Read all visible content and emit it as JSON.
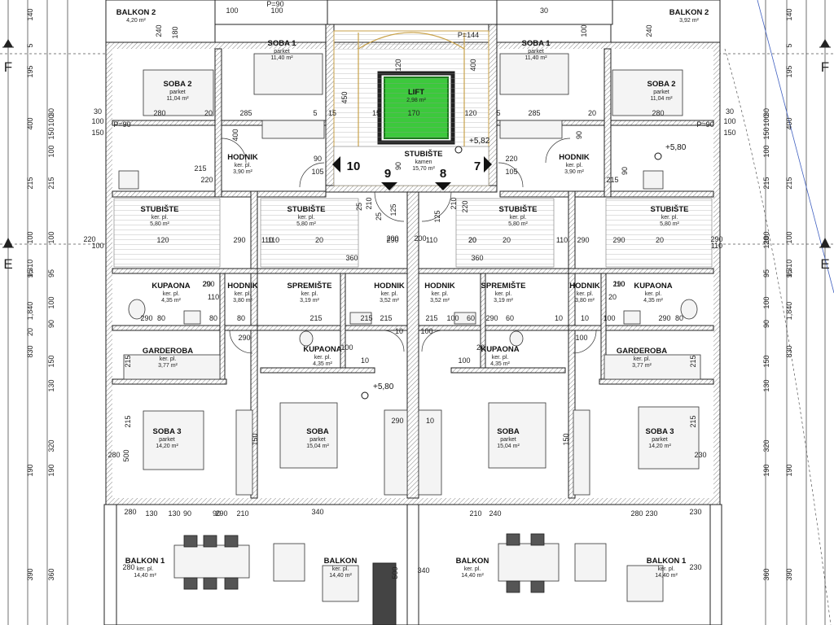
{
  "axes": {
    "F": "F",
    "E": "E"
  },
  "markers": {
    "m10": "10",
    "m9": "9",
    "m8": "8",
    "m7": "7"
  },
  "levels": {
    "l1": "+5,82",
    "l2": "+5,80",
    "l3": "+5,80"
  },
  "rooms": {
    "balkon2_l": {
      "name": "BALKON 2",
      "area": "4,20 m²"
    },
    "balkon2_r": {
      "name": "BALKON 2",
      "area": "3,92 m²"
    },
    "soba1_l": {
      "name": "SOBA 1",
      "floor": "parket",
      "area": "11,40 m²"
    },
    "soba1_r": {
      "name": "SOBA 1",
      "floor": "parket",
      "area": "11,40 m²"
    },
    "soba2_l": {
      "name": "SOBA 2",
      "floor": "parket",
      "area": "11,04 m²"
    },
    "soba2_r": {
      "name": "SOBA 2",
      "floor": "parket",
      "area": "11,04 m²"
    },
    "lift": {
      "name": "LIFT",
      "area": "2,98 m²"
    },
    "stubiste_c": {
      "name": "STUBIŠTE",
      "floor": "kamen",
      "area": "15,70 m²"
    },
    "hodnik_l": {
      "name": "HODNIK",
      "floor": "ker. pl.",
      "area": "3,90 m²"
    },
    "hodnik_r": {
      "name": "HODNIK",
      "floor": "ker. pl.",
      "area": "3,90 m²"
    },
    "stubiste_1": {
      "name": "STUBIŠTE",
      "floor": "ker. pl.",
      "area": "5,80 m²"
    },
    "stubiste_2": {
      "name": "STUBIŠTE",
      "floor": "ker. pl.",
      "area": "5,80 m²"
    },
    "stubiste_3": {
      "name": "STUBIŠTE",
      "floor": "ker. pl.",
      "area": "5,80 m²"
    },
    "stubiste_4": {
      "name": "STUBIŠTE",
      "floor": "ker. pl.",
      "area": "5,80 m²"
    },
    "kupaona_l": {
      "name": "KUPAONA",
      "floor": "ker. pl.",
      "area": "4,35 m²"
    },
    "hodnik2_l": {
      "name": "HODNIK",
      "floor": "ker. pl.",
      "area": "3,80 m²"
    },
    "spremiste_l": {
      "name": "SPREMIŠTE",
      "floor": "ker. pl.",
      "area": "3,19 m²"
    },
    "hodnik3_l": {
      "name": "HODNIK",
      "floor": "ker. pl.",
      "area": "3,52 m²"
    },
    "hodnik3_r": {
      "name": "HODNIK",
      "floor": "ker. pl.",
      "area": "3,52 m²"
    },
    "spremiste_r": {
      "name": "SPREMIŠTE",
      "floor": "ker. pl.",
      "area": "3,19 m²"
    },
    "hodnik2_r": {
      "name": "HODNIK",
      "floor": "ker. pl.",
      "area": "3,80 m²"
    },
    "kupaona_r": {
      "name": "KUPAONA",
      "floor": "ker. pl.",
      "area": "4,35 m²"
    },
    "garderoba_l": {
      "name": "GARDEROBA",
      "floor": "ker. pl.",
      "area": "3,77 m²"
    },
    "kupaona2_l": {
      "name": "KUPAONA",
      "floor": "ker. pl.",
      "area": "4,35 m²"
    },
    "kupaona2_r": {
      "name": "KUPAONA",
      "floor": "ker. pl.",
      "area": "4,35 m²"
    },
    "garderoba_r": {
      "name": "GARDEROBA",
      "floor": "ker. pl.",
      "area": "3,77 m²"
    },
    "soba3_l": {
      "name": "SOBA 3",
      "floor": "parket",
      "area": "14,20 m²"
    },
    "soba_l": {
      "name": "SOBA",
      "floor": "parket",
      "area": "15,04 m²"
    },
    "soba_r": {
      "name": "SOBA",
      "floor": "parket",
      "area": "15,04 m²"
    },
    "soba3_r": {
      "name": "SOBA 3",
      "floor": "parket",
      "area": "14,20 m²"
    },
    "balkon1_l": {
      "name": "BALKON 1",
      "floor": "ker. pl.",
      "area": "14,40 m²"
    },
    "balkon_l": {
      "name": "BALKON",
      "floor": "ker. pl.",
      "area": "14,40 m²"
    },
    "balkon_r": {
      "name": "BALKON",
      "floor": "ker. pl.",
      "area": "14,40 m²"
    },
    "balkon1_r": {
      "name": "BALKON 1",
      "floor": "ker. pl.",
      "area": "14,40 m²"
    }
  },
  "dims": {
    "lv": [
      "140",
      "5",
      "195",
      "400",
      "215",
      "100",
      "95",
      "1,310",
      "1,840",
      "20",
      "830",
      "190",
      "390"
    ],
    "lv2": [
      "30",
      "100",
      "150",
      "100",
      "215",
      "100",
      "95",
      "100",
      "90",
      "150",
      "130",
      "320",
      "190",
      "360"
    ],
    "rv": [
      "140",
      "5",
      "195",
      "400",
      "215",
      "100",
      "95",
      "1,310",
      "1,840",
      "830",
      "190",
      "390"
    ],
    "rv2": [
      "30",
      "100",
      "150",
      "100",
      "215",
      "100",
      "95",
      "100",
      "120",
      "90",
      "150",
      "130",
      "320",
      "190",
      "360"
    ],
    "top": [
      "100",
      "240",
      "180",
      "100",
      "P=90",
      "30",
      "100",
      "240",
      "180"
    ],
    "misc": [
      "280",
      "20",
      "285",
      "5",
      "15",
      "170",
      "15",
      "120",
      "5",
      "285",
      "20",
      "280",
      "30",
      "100",
      "150",
      "30",
      "100",
      "150",
      "P=90",
      "P=90",
      "P=144",
      "450",
      "120",
      "400",
      "400",
      "90",
      "90",
      "105",
      "220",
      "105",
      "220",
      "215",
      "215",
      "90",
      "90",
      "25",
      "125",
      "125",
      "25",
      "210",
      "220",
      "210",
      "220",
      "100",
      "120",
      "290",
      "110",
      "20",
      "290",
      "110",
      "20",
      "290",
      "110",
      "20",
      "290",
      "110",
      "20",
      "290",
      "110",
      "20",
      "290",
      "110",
      "20",
      "290",
      "110",
      "20",
      "290",
      "80",
      "80",
      "80",
      "80",
      "215",
      "215",
      "215",
      "215",
      "60",
      "60",
      "290",
      "10",
      "100",
      "290",
      "100",
      "10",
      "100",
      "20",
      "10",
      "100",
      "290",
      "100",
      "10",
      "100",
      "290",
      "10",
      "150",
      "150",
      "215",
      "215",
      "215",
      "215",
      "500",
      "500",
      "340",
      "340",
      "130",
      "130",
      "90",
      "90",
      "290",
      "210",
      "210",
      "240",
      "280",
      "230",
      "280",
      "230",
      "280",
      "230",
      "280",
      "230",
      "200",
      "200",
      "360",
      "360",
      "30",
      "30",
      "20",
      "20",
      "320",
      "320"
    ]
  }
}
